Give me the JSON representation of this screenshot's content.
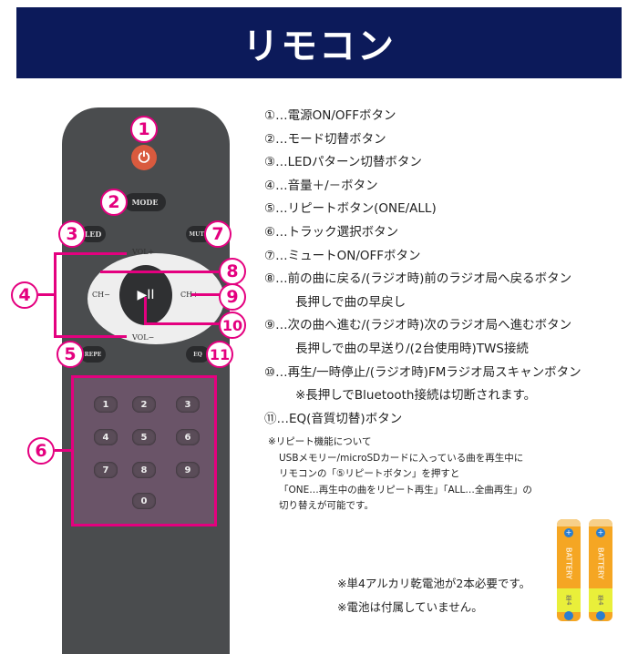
{
  "header": {
    "title": "リモコン"
  },
  "remote": {
    "power_icon": "power-icon",
    "mode": "MODE",
    "led": "LED",
    "mute": "MUTE",
    "vol_up": "VOL+",
    "vol_down": "VOL−",
    "prev": "CH−",
    "next": "CH+",
    "play_pause": "▶II",
    "repeat": "REPE",
    "eq": "EQ",
    "keys": [
      "1",
      "2",
      "3",
      "4",
      "5",
      "6",
      "7",
      "8",
      "9",
      "0"
    ],
    "markers": [
      "1",
      "2",
      "3",
      "4",
      "5",
      "6",
      "7",
      "8",
      "9",
      "10",
      "11"
    ],
    "accent": "#e4007f"
  },
  "list": [
    "①…電源ON/OFFボタン",
    "②…モード切替ボタン",
    "③…LEDパターン切替ボタン",
    "④…音量＋/－ボタン",
    "⑤…リピートボタン(ONE/ALL)",
    "⑥…トラック選択ボタン",
    "⑦…ミュートON/OFFボタン",
    "⑧…前の曲に戻る/(ラジオ時)前のラジオ局へ戻るボタン",
    "長押しで曲の早戻し",
    "⑨…次の曲へ進む/(ラジオ時)次のラジオ局へ進むボタン",
    "長押しで曲の早送り/(2台使用時)TWS接続",
    "⑩…再生/一時停止/(ラジオ時)FMラジオ局スキャンボタン",
    "※長押しでBluetooth接続は切断されます。",
    "⑪…EQ(音質切替)ボタン"
  ],
  "note": [
    "※リピート機能について",
    "USBメモリー/microSDカードに入っている曲を再生中に",
    "リモコンの「⑤リピートボタン」を押すと",
    "「ONE…再生中の曲をリピート再生」「ALL…全曲再生」の",
    "切り替えが可能です。"
  ],
  "requirements": [
    "※単4アルカリ乾電池が2本必要です。",
    "※電池は付属していません。"
  ],
  "battery": {
    "label": "BATTERY",
    "size": "単4",
    "color": "#f5a623"
  }
}
